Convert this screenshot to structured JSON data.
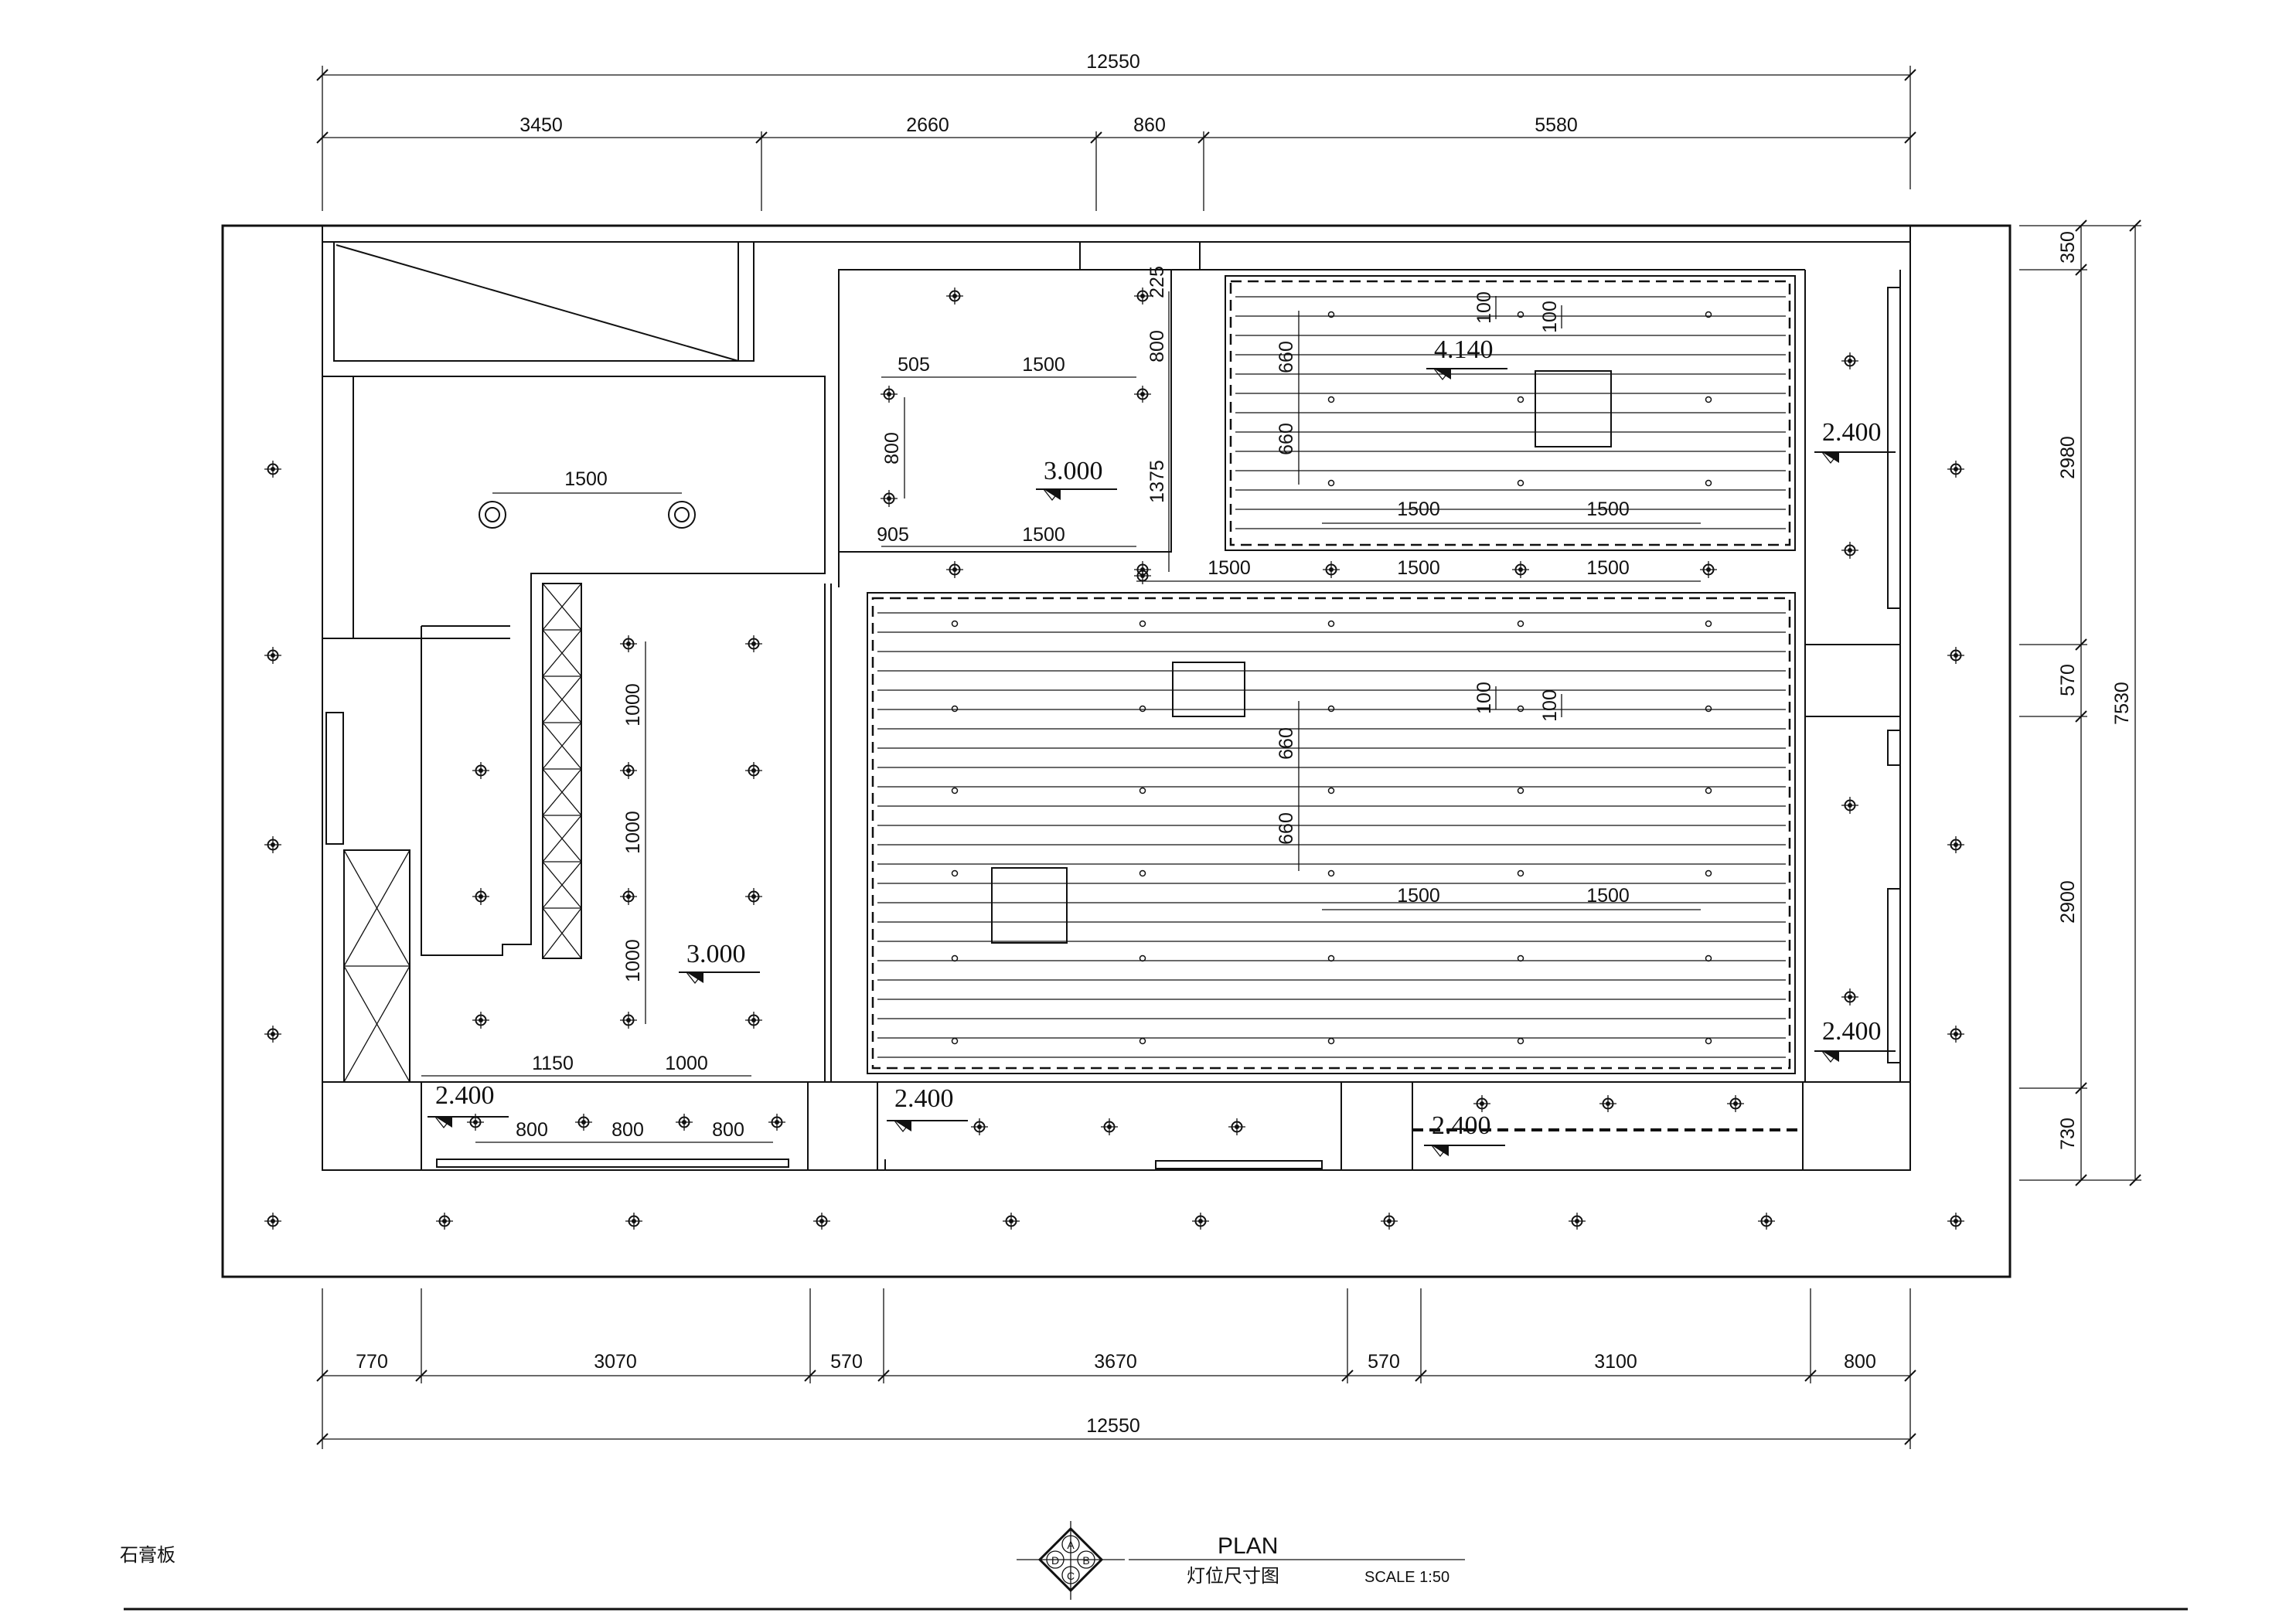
{
  "drawing": {
    "title": "PLAN",
    "subtitle": "灯位尺寸图",
    "scale": "SCALE 1:50",
    "note": "石膏板",
    "compass_letters": [
      "A",
      "B",
      "C",
      "D"
    ]
  },
  "dimensions": {
    "top_total": "12550",
    "top_segments": [
      "3450",
      "2660",
      "860",
      "5580"
    ],
    "bottom_total": "12550",
    "bottom_segments": [
      "770",
      "3070",
      "570",
      "3670",
      "570",
      "3100",
      "800"
    ],
    "right_total": "7530",
    "right_segments": [
      "350",
      "2980",
      "570",
      "2900",
      "730"
    ],
    "upper_left_room": "1500",
    "center_room": [
      "225",
      "505",
      "1500",
      "800",
      "800",
      "1375",
      "905",
      "1500"
    ],
    "upper_right_room": [
      "100",
      "100",
      "660",
      "660",
      "1500",
      "1500"
    ],
    "middle_spacing": [
      "1500",
      "1500",
      "1500"
    ],
    "lower_left_room": [
      "1000",
      "1000",
      "1000",
      "1150",
      "1000"
    ],
    "main_hall": [
      "100",
      "100",
      "660",
      "660",
      "1500",
      "1500"
    ],
    "bottom_strip": [
      "800",
      "800",
      "800"
    ]
  },
  "levels": {
    "upper_right": "4.140",
    "center_room": "3.000",
    "lower_left": "3.000",
    "right_upper_corridor": "2.400",
    "right_lower_corridor": "2.400",
    "bottom_left": "2.400",
    "bottom_middle": "2.400",
    "bottom_right": "2.400"
  }
}
